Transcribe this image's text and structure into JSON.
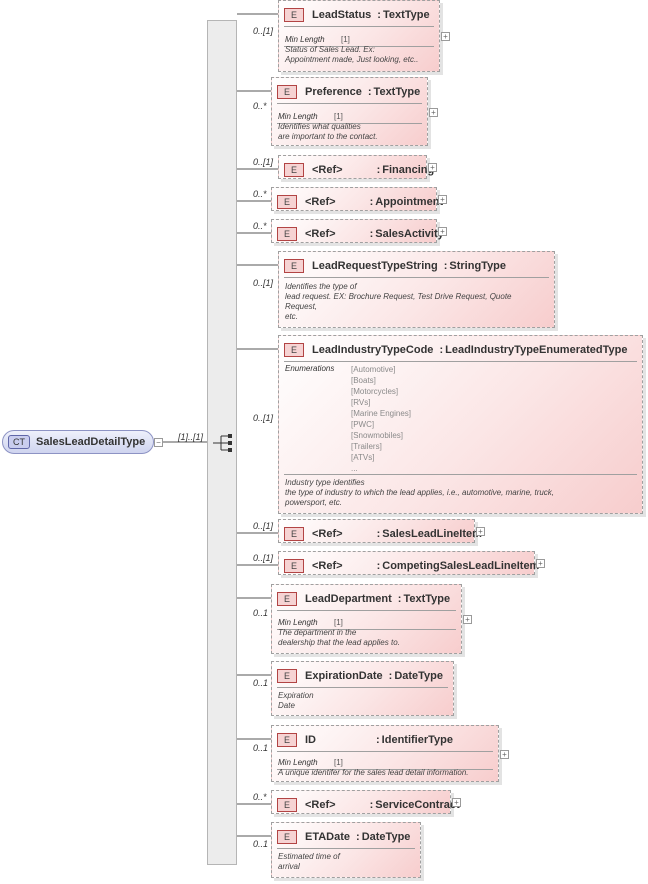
{
  "complex_type": {
    "badge": "CT",
    "name": "SalesLeadDetailType",
    "toggle": "−"
  },
  "sequence": {
    "occurrence": "[1]..[1]"
  },
  "elements": [
    {
      "occ": "0..[1]",
      "name": "LeadStatus",
      "sep": ":",
      "type": "TextType",
      "facet_label": "Min Length",
      "facet_value": "[1]",
      "doc": "Status of Sales Lead. Ex:\nAppointment made, Just looking, etc..",
      "toggle": "+"
    },
    {
      "occ": "0..*",
      "name": "Preference",
      "sep": ":",
      "type": "TextType",
      "facet_label": "Min Length",
      "facet_value": "[1]",
      "doc": "Identifies what qualities\nare important to the contact.",
      "toggle": "+"
    },
    {
      "occ": "0..[1]",
      "name": "<Ref>",
      "sep": ":",
      "type": "Financing",
      "toggle": "+"
    },
    {
      "occ": "0..*",
      "name": "<Ref>",
      "sep": ":",
      "type": "Appointment",
      "toggle": "+"
    },
    {
      "occ": "0..*",
      "name": "<Ref>",
      "sep": ":",
      "type": "SalesActivity",
      "toggle": "+"
    },
    {
      "occ": "0..[1]",
      "name": "LeadRequestTypeString",
      "sep": ":",
      "type": "StringType",
      "doc": "Identifies the type of\n    lead request. EX: Brochure Request, Test Drive Request, Quote\nRequest,\netc."
    },
    {
      "occ": "0..[1]",
      "name": "LeadIndustryTypeCode",
      "sep": ":",
      "type": "LeadIndustryTypeEnumeratedType",
      "enum_label": "Enumerations",
      "enumerations": [
        "[Automotive]",
        "[Boats]",
        "[Motorcycles]",
        "[RVs]",
        "[Marine Engines]",
        "[PWC]",
        "[Snowmobiles]",
        "[Trailers]",
        "[ATVs]",
        "..."
      ],
      "doc": "Industry type identifies\nthe type of industry to which the lead applies, i.e., automotive, marine, truck,\npowersport, etc."
    },
    {
      "occ": "0..[1]",
      "name": "<Ref>",
      "sep": ":",
      "type": "SalesLeadLineItem",
      "toggle": "+"
    },
    {
      "occ": "0..[1]",
      "name": "<Ref>",
      "sep": ":",
      "type": "CompetingSalesLeadLineItem",
      "toggle": "+"
    },
    {
      "occ": "0..1",
      "name": "LeadDepartment",
      "sep": ":",
      "type": "TextType",
      "facet_label": "Min Length",
      "facet_value": "[1]",
      "doc": "The department in the\ndealership that the lead applies to.",
      "toggle": "+"
    },
    {
      "occ": "0..1",
      "name": "ExpirationDate",
      "sep": ":",
      "type": "DateType",
      "doc": "Expiration\nDate"
    },
    {
      "occ": "0..1",
      "name": "ID",
      "sep": ":",
      "type": "IdentifierType",
      "facet_label": "Min Length",
      "facet_value": "[1]",
      "doc": "A unique identifer for the sales lead detail information.",
      "toggle": "+"
    },
    {
      "occ": "0..*",
      "name": "<Ref>",
      "sep": ":",
      "type": "ServiceContract",
      "toggle": "+"
    },
    {
      "occ": "0..1",
      "name": "ETADate",
      "sep": ":",
      "type": "DateType",
      "doc": "Estimated time of\narrival"
    }
  ],
  "element_badge": "E",
  "colors": {
    "element_fill": "#f7cdcd",
    "element_border": "#b24444",
    "ct_fill": "#cfd4ef",
    "ct_border": "#5f66a8"
  }
}
